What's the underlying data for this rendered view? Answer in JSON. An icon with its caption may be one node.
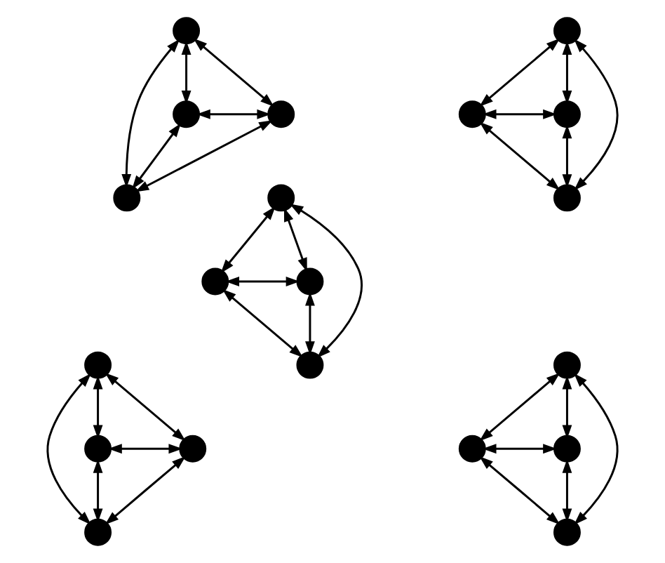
{
  "diagram": {
    "nodes": [
      {
        "text": [],
        "shape": "circle"
      },
      {
        "text": [],
        "shape": "circle"
      },
      {
        "text": [],
        "shape": "circle"
      },
      {
        "text": [],
        "shape": "circle"
      },
      {
        "text": [],
        "shape": "circle"
      },
      {
        "text": [],
        "shape": "circle"
      },
      {
        "text": [],
        "shape": "circle"
      },
      {
        "text": [],
        "shape": "circle"
      },
      {
        "text": [],
        "shape": "circle"
      },
      {
        "text": [],
        "shape": "circle"
      },
      {
        "text": [],
        "shape": "circle"
      },
      {
        "text": [],
        "shape": "circle"
      },
      {
        "text": [],
        "shape": "circle"
      },
      {
        "text": [],
        "shape": "circle"
      },
      {
        "text": [],
        "shape": "circle"
      },
      {
        "text": [],
        "shape": "circle"
      },
      {
        "text": [],
        "shape": "circle"
      },
      {
        "text": [],
        "shape": "circle"
      },
      {
        "text": [],
        "shape": "circle"
      },
      {
        "text": [],
        "shape": "circle"
      }
    ],
    "edges": [
      {
        "from": 0,
        "to": 1,
        "arrow": "both"
      },
      {
        "from": 0,
        "to": 2,
        "arrow": "both"
      },
      {
        "from": 0,
        "to": 3,
        "arrow": "both"
      },
      {
        "from": 1,
        "to": 2,
        "arrow": "both"
      },
      {
        "from": 1,
        "to": 3,
        "arrow": "both"
      },
      {
        "from": 2,
        "to": 3,
        "arrow": "both"
      },
      {
        "from": 4,
        "to": 5,
        "arrow": "both"
      },
      {
        "from": 4,
        "to": 6,
        "arrow": "both"
      },
      {
        "from": 4,
        "to": 7,
        "arrow": "both"
      },
      {
        "from": 5,
        "to": 6,
        "arrow": "both"
      },
      {
        "from": 5,
        "to": 7,
        "arrow": "both"
      },
      {
        "from": 6,
        "to": 7,
        "arrow": "both"
      },
      {
        "from": 8,
        "to": 9,
        "arrow": "both"
      },
      {
        "from": 8,
        "to": 10,
        "arrow": "both"
      },
      {
        "from": 8,
        "to": 11,
        "arrow": "both"
      },
      {
        "from": 9,
        "to": 10,
        "arrow": "both"
      },
      {
        "from": 9,
        "to": 11,
        "arrow": "both"
      },
      {
        "from": 10,
        "to": 11,
        "arrow": "both"
      },
      {
        "from": 12,
        "to": 13,
        "arrow": "both"
      },
      {
        "from": 12,
        "to": 14,
        "arrow": "both"
      },
      {
        "from": 12,
        "to": 15,
        "arrow": "both"
      },
      {
        "from": 13,
        "to": 14,
        "arrow": "both"
      },
      {
        "from": 13,
        "to": 15,
        "arrow": "both"
      },
      {
        "from": 14,
        "to": 15,
        "arrow": "both"
      },
      {
        "from": 16,
        "to": 17,
        "arrow": "both"
      },
      {
        "from": 16,
        "to": 18,
        "arrow": "both"
      },
      {
        "from": 16,
        "to": 19,
        "arrow": "both"
      },
      {
        "from": 17,
        "to": 18,
        "arrow": "both"
      },
      {
        "from": 17,
        "to": 19,
        "arrow": "both"
      },
      {
        "from": 18,
        "to": 19,
        "arrow": "both"
      }
    ]
  }
}
